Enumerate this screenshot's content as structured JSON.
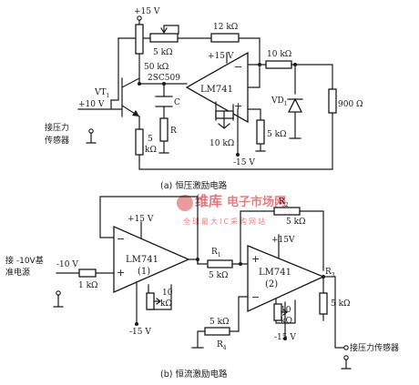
{
  "circuit_a": {
    "supply_top": "+15 V",
    "pot_top": "5 kΩ",
    "r_feedback": "12 kΩ",
    "r_base": "50 kΩ",
    "transistor_part": "2SC509",
    "transistor_ref": "VT",
    "transistor_sub": "1",
    "opamp_supply_pos": "+15 V",
    "cap": "C",
    "resistor_r": "R",
    "opamp": "LM741",
    "r_out": "10 kΩ",
    "diode_ref": "VD",
    "diode_sub": "1",
    "r_load": "900 Ω",
    "input_voltage": "+10 V",
    "sensor_label_line1": "接压力",
    "sensor_label_line2": "传感器",
    "r_emitter_line1": "5",
    "r_emitter_line2": "kΩ",
    "pot_offset": "10 kΩ",
    "r_plus": "5 kΩ",
    "supply_neg": "-15 V",
    "caption": "(a) 恒压激励电路"
  },
  "circuit_b": {
    "r2_ref": "R",
    "r2_sub": "2",
    "r2_val": "5 kΩ",
    "opamp1_supply_pos": "+15 V",
    "opamp1": "LM741",
    "opamp1_num": "(1)",
    "source_label_line1": "接 -10V基",
    "source_label_line2": "准电源",
    "input_voltage": "-10 V",
    "r_in": "1 kΩ",
    "pot1": "10",
    "pot1_unit": "kΩ",
    "opamp1_supply_neg": "-15 V",
    "r1_ref": "R",
    "r1_sub": "1",
    "r1_val": "5 kΩ",
    "opamp2_supply_pos": "+15V",
    "opamp2": "LM741",
    "opamp2_num": "(2)",
    "r3_ref": "R",
    "r3_sub": "3",
    "r3_val": "5 kΩ",
    "pot2": "10",
    "pot2_unit": "kΩ",
    "r4_val": "5 kΩ",
    "r4_ref": "R",
    "r4_sub": "4",
    "opamp2_supply_neg": "-15 V",
    "sensor_label": "接压力传感器",
    "caption": "(b) 恒流激励电路"
  },
  "watermark": {
    "brand": "维库",
    "site": "电子市场网",
    "slogan": "全球最大IC采购网站"
  }
}
